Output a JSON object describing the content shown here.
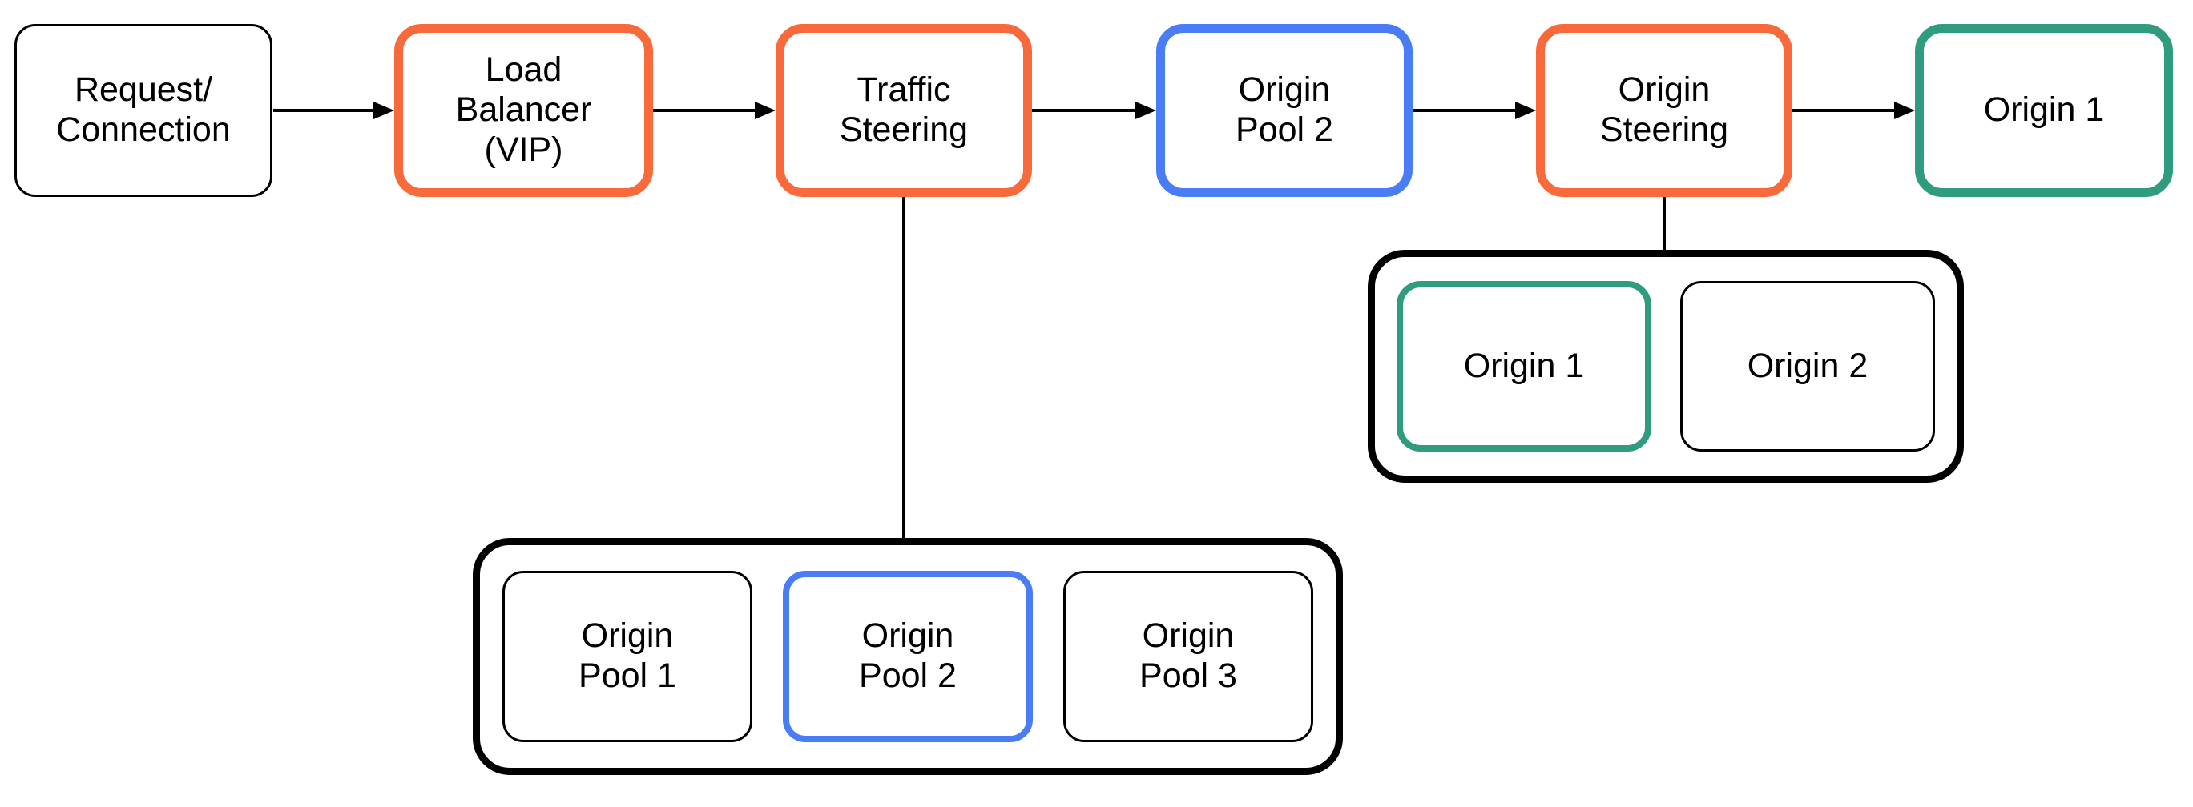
{
  "diagram": {
    "background": "#ffffff",
    "colors": {
      "orange": "#F86A3B",
      "blue": "#4A7CF6",
      "green": "#2F9B7F",
      "black": "#000000"
    },
    "flow_nodes": [
      {
        "id": "request-connection",
        "label": "Request/\nConnection",
        "border_color": "black"
      },
      {
        "id": "load-balancer-vip",
        "label": "Load\nBalancer\n(VIP)",
        "border_color": "orange"
      },
      {
        "id": "traffic-steering",
        "label": "Traffic\nSteering",
        "border_color": "orange"
      },
      {
        "id": "origin-pool-2",
        "label": "Origin\nPool 2",
        "border_color": "blue"
      },
      {
        "id": "origin-steering",
        "label": "Origin\nSteering",
        "border_color": "orange"
      },
      {
        "id": "origin-1",
        "label": "Origin 1",
        "border_color": "green"
      }
    ],
    "pool_group": {
      "items": [
        {
          "id": "origin-pool-1",
          "label": "Origin\nPool 1",
          "border_color": "black"
        },
        {
          "id": "origin-pool-2",
          "label": "Origin\nPool 2",
          "border_color": "blue"
        },
        {
          "id": "origin-pool-3",
          "label": "Origin\nPool 3",
          "border_color": "black"
        }
      ]
    },
    "origin_group": {
      "items": [
        {
          "id": "origin-1",
          "label": "Origin 1",
          "border_color": "green"
        },
        {
          "id": "origin-2",
          "label": "Origin 2",
          "border_color": "black"
        }
      ]
    },
    "edges": [
      {
        "from": "Request/Connection",
        "to": "Load Balancer (VIP)",
        "type": "arrow"
      },
      {
        "from": "Load Balancer (VIP)",
        "to": "Traffic Steering",
        "type": "arrow"
      },
      {
        "from": "Traffic Steering",
        "to": "Origin Pool 2",
        "type": "arrow"
      },
      {
        "from": "Origin Pool 2",
        "to": "Origin Steering",
        "type": "arrow"
      },
      {
        "from": "Origin Steering",
        "to": "Origin 1",
        "type": "arrow"
      },
      {
        "from": "Traffic Steering",
        "to": "origin pool group",
        "type": "line"
      },
      {
        "from": "Origin Steering",
        "to": "origin group",
        "type": "line"
      }
    ]
  }
}
